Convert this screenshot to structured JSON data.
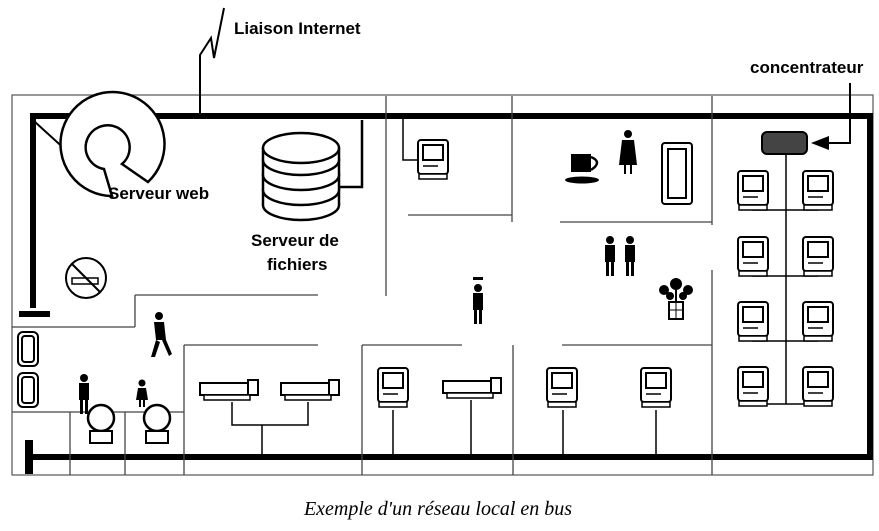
{
  "labels": {
    "internet": "Liaison Internet",
    "hub": "concentrateur",
    "web_server": "Serveur web",
    "file_server_line1": "Serveur de",
    "file_server_line2": "fichiers"
  },
  "caption": "Exemple d'un réseau local en bus",
  "icons": [
    "computer-icon",
    "printer-icon",
    "person-icon",
    "coffee-cup-icon",
    "sofa-icon",
    "plant-icon",
    "no-smoking-icon",
    "toilet-icon",
    "hub-icon",
    "web-server-icon",
    "file-server-icon",
    "door-icon",
    "internet-link-icon"
  ],
  "colors": {
    "line": "#000000",
    "background": "#ffffff",
    "wall": "#555555"
  }
}
